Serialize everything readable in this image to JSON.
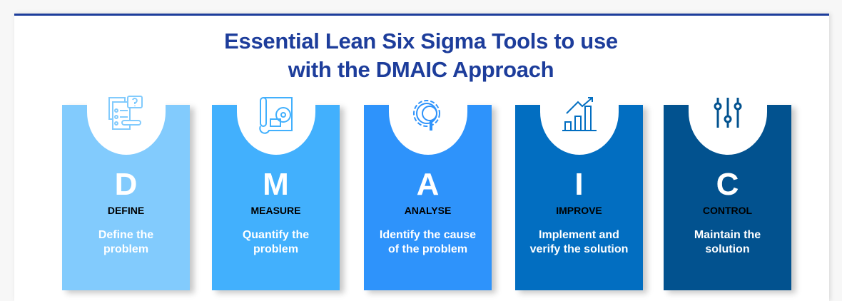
{
  "title_line1": "Essential Lean Six Sigma Tools to use",
  "title_line2": "with the DMAIC Approach",
  "steps": [
    {
      "letter": "D",
      "label": "DEFINE",
      "desc_line1": "Define the",
      "desc_line2": "problem",
      "color": "#82cbfd",
      "icon": "checklist-question-icon"
    },
    {
      "letter": "M",
      "label": "MEASURE",
      "desc_line1": "Quantify the",
      "desc_line2": "problem",
      "color": "#42b0fd",
      "icon": "blueprint-tape-measure-icon"
    },
    {
      "letter": "A",
      "label": "ANALYSE",
      "desc_line1": "Identify the cause",
      "desc_line2": "of the problem",
      "color": "#2e93fb",
      "icon": "gear-magnifier-icon"
    },
    {
      "letter": "I",
      "label": "IMPROVE",
      "desc_line1": "Implement and",
      "desc_line2": "verify the solution",
      "color": "#026ec1",
      "icon": "growth-chart-icon"
    },
    {
      "letter": "C",
      "label": "CONTROL",
      "desc_line1": "Maintain the",
      "desc_line2": "solution",
      "color": "#02528f",
      "icon": "sliders-icon"
    }
  ]
}
